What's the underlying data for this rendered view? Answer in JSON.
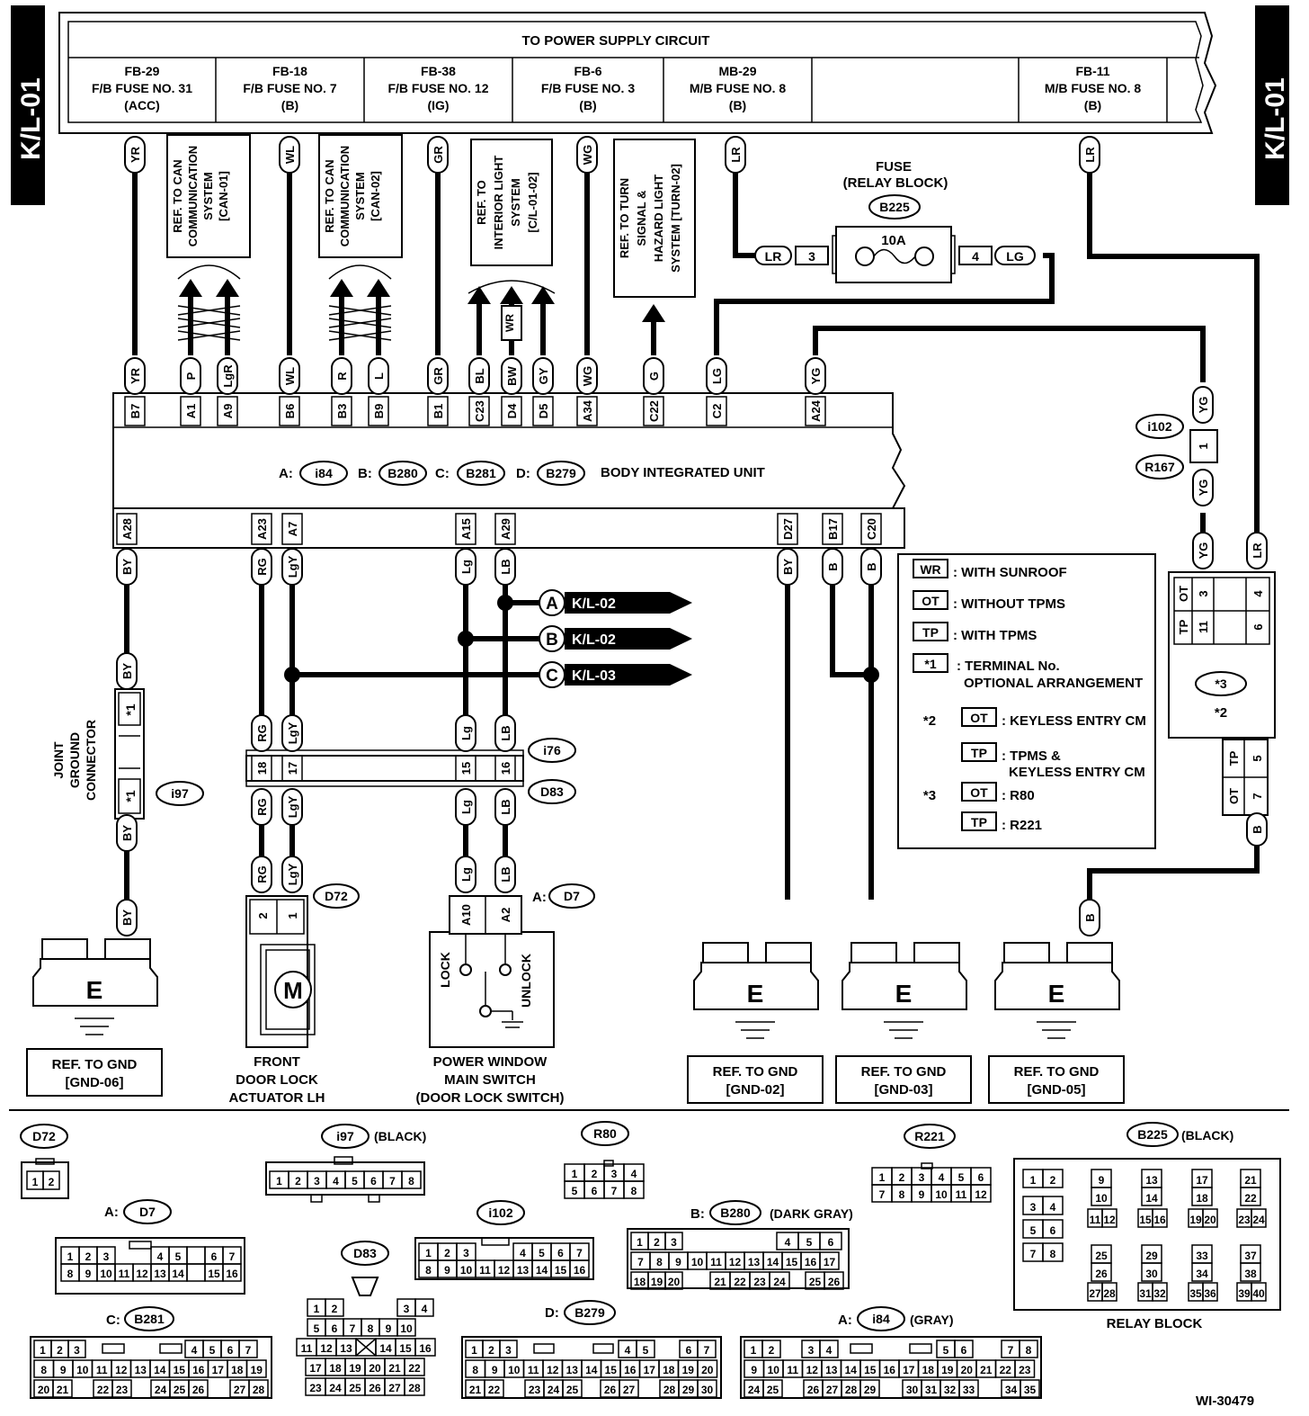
{
  "side_tag": "K/L-01",
  "supply_title": "TO POWER SUPPLY CIRCUIT",
  "supply_fuses": [
    {
      "line1": "FB-29",
      "line2": "F/B FUSE NO. 31",
      "line3": "(ACC)"
    },
    {
      "line1": "FB-18",
      "line2": "F/B FUSE NO. 7",
      "line3": "(B)"
    },
    {
      "line1": "FB-38",
      "line2": "F/B FUSE NO. 12",
      "line3": "(IG)"
    },
    {
      "line1": "FB-6",
      "line2": "F/B FUSE NO. 3",
      "line3": "(B)"
    },
    {
      "line1": "MB-29",
      "line2": "M/B FUSE NO. 8",
      "line3": "(B)"
    },
    {
      "line1": "",
      "line2": "",
      "line3": ""
    },
    {
      "line1": "FB-11",
      "line2": "M/B FUSE NO. 8",
      "line3": "(B)"
    }
  ],
  "refs": {
    "can01": [
      "REF. TO CAN",
      "COMMUNICATION",
      "SYSTEM",
      "[CAN-01]"
    ],
    "can02": [
      "REF. TO CAN",
      "COMMUNICATION",
      "SYSTEM",
      "[CAN-02]"
    ],
    "interior": [
      "REF. TO",
      "INTERIOR LIGHT",
      "SYSTEM",
      "[C/L-01-02]"
    ],
    "turn": [
      "REF. TO TURN",
      "SIGNAL &",
      "HAZARD LIGHT",
      "SYSTEM [TURN-02]"
    ]
  },
  "fuse_relay": {
    "title1": "FUSE",
    "title2": "(RELAY BLOCK)",
    "conn": "B225",
    "rating": "10A",
    "pin_in": "3",
    "pin_out": "4",
    "wire_in": "LR",
    "wire_out": "LG"
  },
  "biu": {
    "name": "BODY INTEGRATED UNIT",
    "connectors": [
      {
        "prefix": "A:",
        "id": "i84"
      },
      {
        "prefix": "B:",
        "id": "B280"
      },
      {
        "prefix": "C:",
        "id": "B281"
      },
      {
        "prefix": "D:",
        "id": "B279"
      }
    ],
    "top_pins": [
      {
        "pin": "B7",
        "wire": "YR"
      },
      {
        "pin": "A1",
        "wire": "P"
      },
      {
        "pin": "A9",
        "wire": "LgR"
      },
      {
        "pin": "B6",
        "wire": "WL"
      },
      {
        "pin": "B3",
        "wire": "R"
      },
      {
        "pin": "B9",
        "wire": "L"
      },
      {
        "pin": "B1",
        "wire": "GR"
      },
      {
        "pin": "C23",
        "wire": "BL"
      },
      {
        "pin": "D4",
        "wire": "BW"
      },
      {
        "pin": "D5",
        "wire": "GY"
      },
      {
        "pin": "A34",
        "wire": "WG"
      },
      {
        "pin": "C22",
        "wire": "G"
      },
      {
        "pin": "C2",
        "wire": "LG"
      },
      {
        "pin": "A24",
        "wire": "YG"
      }
    ],
    "bottom_pins": [
      {
        "pin": "A28",
        "wire": "BY"
      },
      {
        "pin": "A23",
        "wire": "RG"
      },
      {
        "pin": "A7",
        "wire": "LgY"
      },
      {
        "pin": "A15",
        "wire": "Lg"
      },
      {
        "pin": "A29",
        "wire": "LB"
      },
      {
        "pin": "D27",
        "wire": "BY"
      },
      {
        "pin": "B17",
        "wire": "B"
      },
      {
        "pin": "C20",
        "wire": "B"
      }
    ]
  },
  "wire_top_labels": [
    "YR",
    "WL",
    "GR",
    "WG",
    "LR",
    "LR",
    "WR"
  ],
  "continuations": [
    {
      "letter": "A",
      "target": "K/L-02"
    },
    {
      "letter": "B",
      "target": "K/L-02"
    },
    {
      "letter": "C",
      "target": "K/L-03"
    }
  ],
  "legend": [
    {
      "key": "WR",
      "text": ": WITH SUNROOF"
    },
    {
      "key": "OT",
      "text": ": WITHOUT TPMS"
    },
    {
      "key": "TP",
      "text": ": WITH TPMS"
    },
    {
      "key": "*1",
      "text": ": TERMINAL No.",
      "text2": "OPTIONAL ARRANGEMENT"
    },
    {
      "star": "*2",
      "key": "OT",
      "text": ": KEYLESS ENTRY CM"
    },
    {
      "key": "TP",
      "text": ": TPMS &",
      "text2": "KEYLESS ENTRY CM"
    },
    {
      "star": "*3",
      "key": "OT",
      "text": ": R80"
    },
    {
      "key": "TP",
      "text": ": R221"
    }
  ],
  "keyless": {
    "conn_i102": "i102",
    "conn_r167": "R167",
    "pin1": "1",
    "star3": "*3",
    "star2": "*2",
    "pins": [
      "OT",
      "3",
      "4",
      "TP",
      "11",
      "6",
      "TP",
      "5",
      "OT",
      "7"
    ],
    "wires": [
      "YG",
      "YG",
      "YG",
      "LR",
      "B",
      "B"
    ]
  },
  "harness": {
    "i76": "i76",
    "d83": "D83",
    "pins": [
      "18",
      "17",
      "15",
      "16"
    ],
    "wires_top": [
      "RG",
      "LgY",
      "Lg",
      "LB"
    ],
    "wires_bot": [
      "RG",
      "LgY",
      "Lg",
      "LB"
    ]
  },
  "joint": {
    "title1": "JOINT",
    "title2": "GROUND",
    "title3": "CONNECTOR",
    "conn": "i97",
    "mark": "*1",
    "wires": [
      "BY",
      "BY",
      "BY",
      "BY"
    ]
  },
  "actuator": {
    "conn": "D72",
    "pins": [
      "2",
      "1"
    ],
    "wires": [
      "RG",
      "LgY"
    ],
    "motor": "M",
    "label": [
      "FRONT",
      "DOOR LOCK",
      "ACTUATOR LH"
    ]
  },
  "pwswitch": {
    "conn_prefix": "A:",
    "conn": "D7",
    "pins": [
      "A10",
      "A2"
    ],
    "wires": [
      "Lg",
      "LB"
    ],
    "lock": "LOCK",
    "unlock": "UNLOCK",
    "label": [
      "POWER WINDOW",
      "MAIN SWITCH",
      "(DOOR LOCK SWITCH)"
    ]
  },
  "grounds": [
    {
      "letter": "E",
      "ref1": "REF. TO GND",
      "ref2": "[GND-06]"
    },
    {
      "letter": "E",
      "ref1": "REF. TO GND",
      "ref2": "[GND-02]"
    },
    {
      "letter": "E",
      "ref1": "REF. TO GND",
      "ref2": "[GND-03]"
    },
    {
      "letter": "E",
      "ref1": "REF. TO GND",
      "ref2": "[GND-05]"
    }
  ],
  "connector_views": {
    "d72": {
      "id": "D72"
    },
    "i97": {
      "id": "i97",
      "note": "(BLACK)"
    },
    "r80": {
      "id": "R80"
    },
    "r221": {
      "id": "R221"
    },
    "b225": {
      "id": "B225",
      "note": "(BLACK)",
      "caption": "RELAY BLOCK"
    },
    "d7": {
      "prefix": "A:",
      "id": "D7"
    },
    "i102": {
      "id": "i102"
    },
    "b280": {
      "prefix": "B:",
      "id": "B280",
      "note": "(DARK GRAY)"
    },
    "d83": {
      "id": "D83"
    },
    "b281": {
      "prefix": "C:",
      "id": "B281"
    },
    "b279": {
      "prefix": "D:",
      "id": "B279"
    },
    "i84": {
      "prefix": "A:",
      "id": "i84",
      "note": "(GRAY)"
    }
  },
  "figure_id": "WI-30479"
}
